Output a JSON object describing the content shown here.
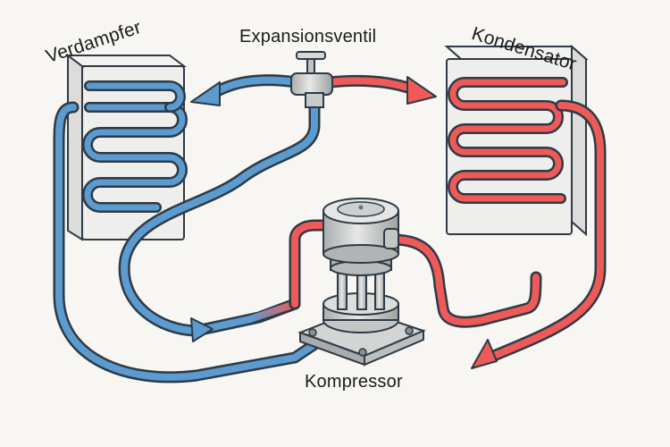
{
  "labels": {
    "evaporator": "Verdampfer",
    "expansion_valve": "Expansionsventil",
    "condenser": "Kondensator",
    "compressor": "Kompressor"
  },
  "colors": {
    "cold_pipe": "#5b9bd0",
    "hot_pipe": "#ee5a58",
    "outline": "#2e3a45",
    "metal": "#cfd1d0",
    "panel": "#eeeeec"
  }
}
